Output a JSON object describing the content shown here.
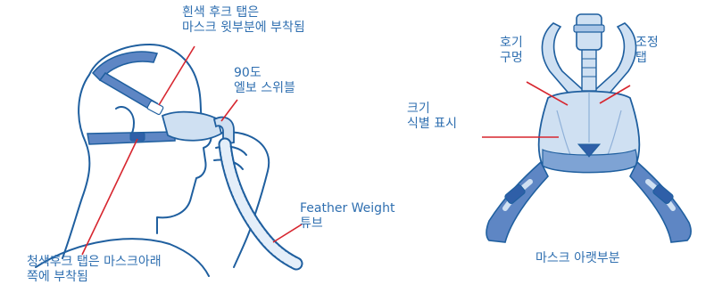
{
  "left_figure": {
    "labels": {
      "white_hook": [
        "흰색 후크 탭은",
        "마스크 윗부분에 부착됨"
      ],
      "elbow": [
        "90도",
        "엘보 스위블"
      ],
      "tube": [
        "Feather Weight",
        "튜브"
      ],
      "blue_hook": [
        "청색후크 탭은 마스크아래",
        "쪽에 부착됨"
      ]
    }
  },
  "right_figure": {
    "labels": {
      "exhaust": [
        "호기",
        "구멍"
      ],
      "adjust": [
        "조정",
        "탭"
      ],
      "size": [
        "크기",
        "식별 표시"
      ],
      "caption": "마스크 아랫부분"
    }
  },
  "colors": {
    "label_text": "#2f6fb0",
    "leader_line": "#d7262f",
    "outline": "#1f5f9f",
    "strap": "#5e86c4",
    "mask_fill": "#cfe0f2"
  }
}
